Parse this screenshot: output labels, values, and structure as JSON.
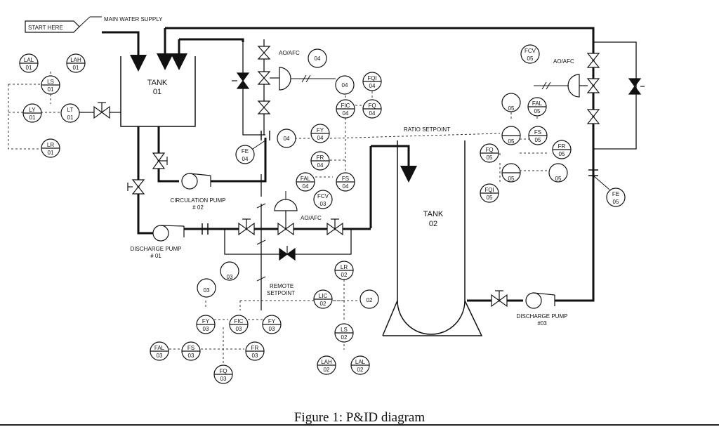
{
  "caption": "Figure 1: P&ID diagram",
  "texts": {
    "start_here": "START HERE",
    "main_water_supply": "MAIN WATER SUPPLY",
    "tank01_a": "TANK",
    "tank01_b": "01",
    "tank02_a": "TANK",
    "tank02_b": "02",
    "circ_pump_a": "CIRCULATION PUMP",
    "circ_pump_b": "# 02",
    "disch01_a": "DISCHARGE PUMP",
    "disch01_b": "# 01",
    "disch03_a": "DISCHARGE PUMP",
    "disch03_b": "#03",
    "ao_afc_1": "AO/AFC",
    "ao_afc_2": "AO/AFC",
    "ao_afc_3": "AO/AFC",
    "ratio_setpoint": "RATIO SETPOINT",
    "remote_a": "REMOTE",
    "remote_b": "SETPOINT"
  },
  "bubbles": [
    {
      "id": "lal01",
      "t": "LAL",
      "n": "01"
    },
    {
      "id": "lah01",
      "t": "LAH",
      "n": "01"
    },
    {
      "id": "ls01",
      "t": "LS",
      "n": "01"
    },
    {
      "id": "ly01",
      "t": "LY",
      "n": "01"
    },
    {
      "id": "lt01",
      "t": "LT",
      "n": "01"
    },
    {
      "id": "lr01",
      "t": "LR",
      "n": "01"
    },
    {
      "id": "c04a",
      "t": "",
      "n": "04"
    },
    {
      "id": "c04b",
      "t": "",
      "n": "04"
    },
    {
      "id": "fqi04",
      "t": "FQI",
      "n": "04"
    },
    {
      "id": "fic04",
      "t": "FIC",
      "n": "04"
    },
    {
      "id": "fq04",
      "t": "FQ",
      "n": "04"
    },
    {
      "id": "c04c",
      "t": "",
      "n": "04"
    },
    {
      "id": "fy04",
      "t": "FY",
      "n": "04"
    },
    {
      "id": "fe04",
      "t": "FE",
      "n": "04"
    },
    {
      "id": "fr04",
      "t": "FR",
      "n": "04"
    },
    {
      "id": "fal04",
      "t": "FAL",
      "n": "04"
    },
    {
      "id": "fs04",
      "t": "FS",
      "n": "04"
    },
    {
      "id": "fcv03",
      "t": "FCV",
      "n": "03"
    },
    {
      "id": "c03a",
      "t": "",
      "n": "03"
    },
    {
      "id": "c03b",
      "t": "",
      "n": "03"
    },
    {
      "id": "fy03a",
      "t": "FY",
      "n": "03"
    },
    {
      "id": "fic03",
      "t": "FIC",
      "n": "03"
    },
    {
      "id": "fy03b",
      "t": "FY",
      "n": "03"
    },
    {
      "id": "fal03",
      "t": "FAL",
      "n": "03"
    },
    {
      "id": "fs03",
      "t": "FS",
      "n": "03"
    },
    {
      "id": "fr03",
      "t": "FR",
      "n": "03"
    },
    {
      "id": "fq03",
      "t": "FQ",
      "n": "03"
    },
    {
      "id": "lr02",
      "t": "LR",
      "n": "02"
    },
    {
      "id": "lic02",
      "t": "LIC",
      "n": "02"
    },
    {
      "id": "c02",
      "t": "",
      "n": "02"
    },
    {
      "id": "ls02",
      "t": "LS",
      "n": "02"
    },
    {
      "id": "lah02",
      "t": "LAH",
      "n": "02"
    },
    {
      "id": "lal02",
      "t": "LAL",
      "n": "02"
    },
    {
      "id": "fcv05",
      "t": "FCV",
      "n": "05"
    },
    {
      "id": "c05a",
      "t": "",
      "n": "05"
    },
    {
      "id": "fal05",
      "t": "FAL",
      "n": "05"
    },
    {
      "id": "c05b",
      "t": "",
      "n": "05"
    },
    {
      "id": "fs05",
      "t": "FS",
      "n": "05"
    },
    {
      "id": "fq05",
      "t": "FQ",
      "n": "05"
    },
    {
      "id": "fr05",
      "t": "FR",
      "n": "05"
    },
    {
      "id": "c05c",
      "t": "",
      "n": "05"
    },
    {
      "id": "c05d",
      "t": "",
      "n": "05"
    },
    {
      "id": "fqi05",
      "t": "FQI",
      "n": "05"
    },
    {
      "id": "fe05",
      "t": "FE",
      "n": "05"
    }
  ]
}
